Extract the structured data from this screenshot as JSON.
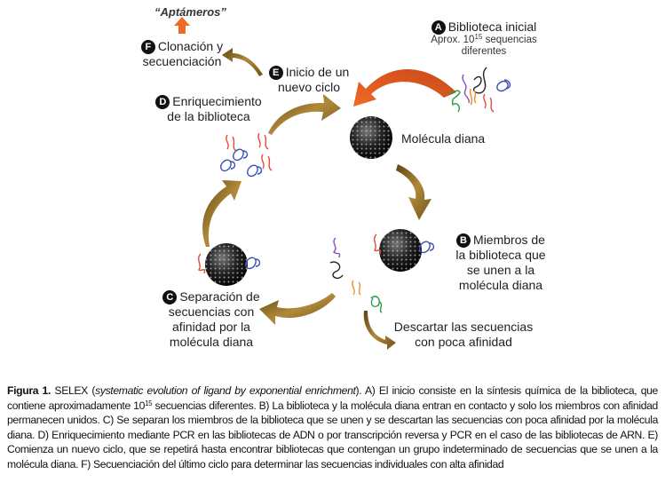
{
  "diagram": {
    "top_label": "“Aptámeros”",
    "steps": {
      "A": {
        "badge": "A",
        "title": "Biblioteca inicial",
        "line2_pre": "Aprox. 10",
        "line2_sup": "15",
        "line2_post": " sequencias",
        "line3": "diferentes"
      },
      "B": {
        "badge": "B",
        "lines": [
          "Miembros de",
          "la biblioteca que",
          "se unen a la",
          "molécula diana"
        ]
      },
      "C": {
        "badge": "C",
        "lines": [
          "Separación de",
          "secuencias con",
          "afinidad por la",
          "molécula diana"
        ]
      },
      "D": {
        "badge": "D",
        "lines": [
          "Enriquecimiento",
          "de la biblioteca"
        ]
      },
      "E": {
        "badge": "E",
        "lines": [
          "Inicio de un",
          "nuevo ciclo"
        ]
      },
      "F": {
        "badge": "F",
        "lines": [
          "Clonación y",
          "secuenciación"
        ]
      }
    },
    "target_label": "Molécula diana",
    "discard_label": [
      "Descartar las secuencias",
      "con poca afinidad"
    ],
    "colors": {
      "orange_arrow": "#e8601c",
      "gold_arrow": "#8a6a1e",
      "strand_red": "#e24a3b",
      "strand_blue": "#3a4fb8",
      "strand_green": "#2e9a48",
      "strand_purple": "#8a4fc0",
      "strand_orange": "#f08a30",
      "strand_black": "#222222"
    }
  },
  "caption": {
    "label": "Figura 1.",
    "acronym": " SELEX (",
    "italic": "systematic evolution of ligand by exponential enrichment",
    "text1": "). A) El inicio consiste en la síntesis química de la biblioteca, que contiene aproximadamente 10",
    "sup": "15",
    "text2": " secuencias diferentes. B) La biblioteca y la molécula diana entran en contacto y solo los miembros con afinidad permanecen unidos. C) Se separan los miembros de la biblioteca que se unen y se descartan las secuencias con poca afinidad por la molécula diana. D) Enriquecimiento mediante PCR en las bibliotecas de ADN o por transcripción reversa y PCR en el caso de las bibliotecas de ARN. E) Comienza un nuevo ciclo, que se repetirá hasta encontrar bibliotecas que contengan un grupo indeterminado de secuencias que se unen a la molécula diana. F) Secuenciación del último ciclo para determinar las secuencias individuales con alta afinidad"
  }
}
